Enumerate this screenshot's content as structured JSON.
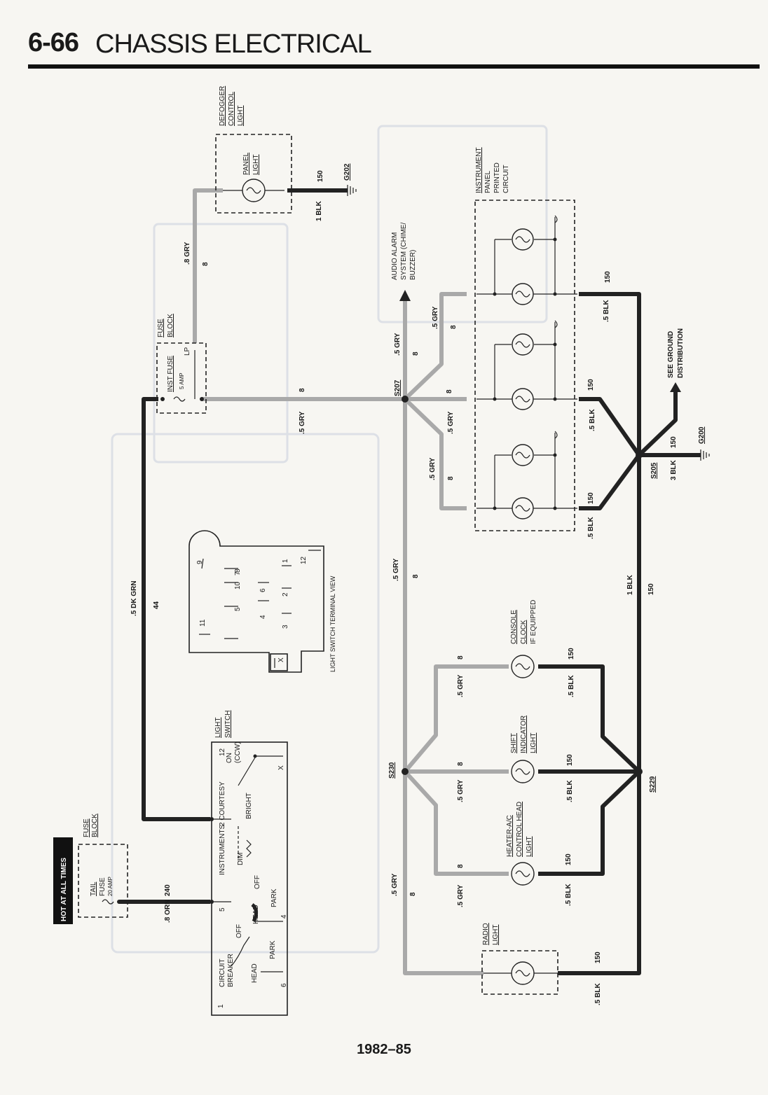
{
  "header": {
    "section_number": "6-66",
    "section_title": "CHASSIS ELECTRICAL"
  },
  "footer": {
    "years": "1982–85"
  },
  "labels": {
    "hot_at_all_times": "HOT AT ALL TIMES",
    "fuse_block": [
      "FUSE",
      "BLOCK"
    ],
    "tail_fuse": [
      "TAIL",
      "FUSE"
    ],
    "tail_fuse_rating": "20 AMP",
    "inst_fuse": "INST FUSE",
    "inst_fuse_rating": "5 AMP",
    "lp": "LP",
    "wire_8orn": ".8 ORN",
    "circuit_240": "240",
    "wire_5dkgrn": ".5 DK GRN",
    "circuit_44": "44",
    "wire_8gry": ".8 GRY",
    "wire_5gry": ".5 GRY",
    "wire_5blk": ".5 BLK",
    "wire_1blk": "1 BLK",
    "wire_3blk": "3 BLK",
    "circuit_8": "8",
    "circuit_150": "150",
    "light_switch": [
      "LIGHT",
      "SWITCH"
    ],
    "ls_circuit_breaker": [
      "CIRCUIT",
      "BREAKER"
    ],
    "ls_head": "HEAD",
    "ls_off": "OFF",
    "ls_park": "PARK",
    "ls_instruments": "INSTRUMENTS",
    "ls_courtesy": "2 COURTESY",
    "ls_on_ccw": [
      "ON",
      "(CCW)"
    ],
    "ls_bright": "BRIGHT",
    "ls_dim": "DIM",
    "ls_terms": [
      "1",
      "2",
      "4",
      "5",
      "6",
      "12",
      "X"
    ],
    "terminal_view_title": "LIGHT SWITCH TERMINAL VIEW",
    "terminal_numbers": [
      "1",
      "2",
      "3",
      "4",
      "5",
      "6",
      "7",
      "8",
      "9",
      "10",
      "11",
      "12",
      "X"
    ],
    "defogger": [
      "DEFOGGER",
      "CONTROL",
      "LIGHT"
    ],
    "panel_light": [
      "PANEL",
      "LIGHT"
    ],
    "g202": "G202",
    "g200": "G200",
    "s205": "S205",
    "s207": "S207",
    "s229": "S229",
    "s230": "S230",
    "audio_alarm": [
      "AUDIO ALARM",
      "SYSTEM (CHIME/",
      "BUZZER)"
    ],
    "instrument_panel": [
      "INSTRUMENT",
      "PANEL",
      "PRINTED",
      "CIRCUIT"
    ],
    "see_ground": [
      "SEE GROUND",
      "DISTRIBUTION"
    ],
    "console_clock": [
      "CONSOLE",
      "CLOCK",
      "IF EQUIPPED"
    ],
    "shift_indicator": [
      "SHIFT",
      "INDICATOR",
      "LIGHT"
    ],
    "heater_ac": [
      "HEATER-A/C",
      "CONTROL HEAD",
      "LIGHT"
    ],
    "radio_light": [
      "RADIO",
      "LIGHT"
    ]
  }
}
